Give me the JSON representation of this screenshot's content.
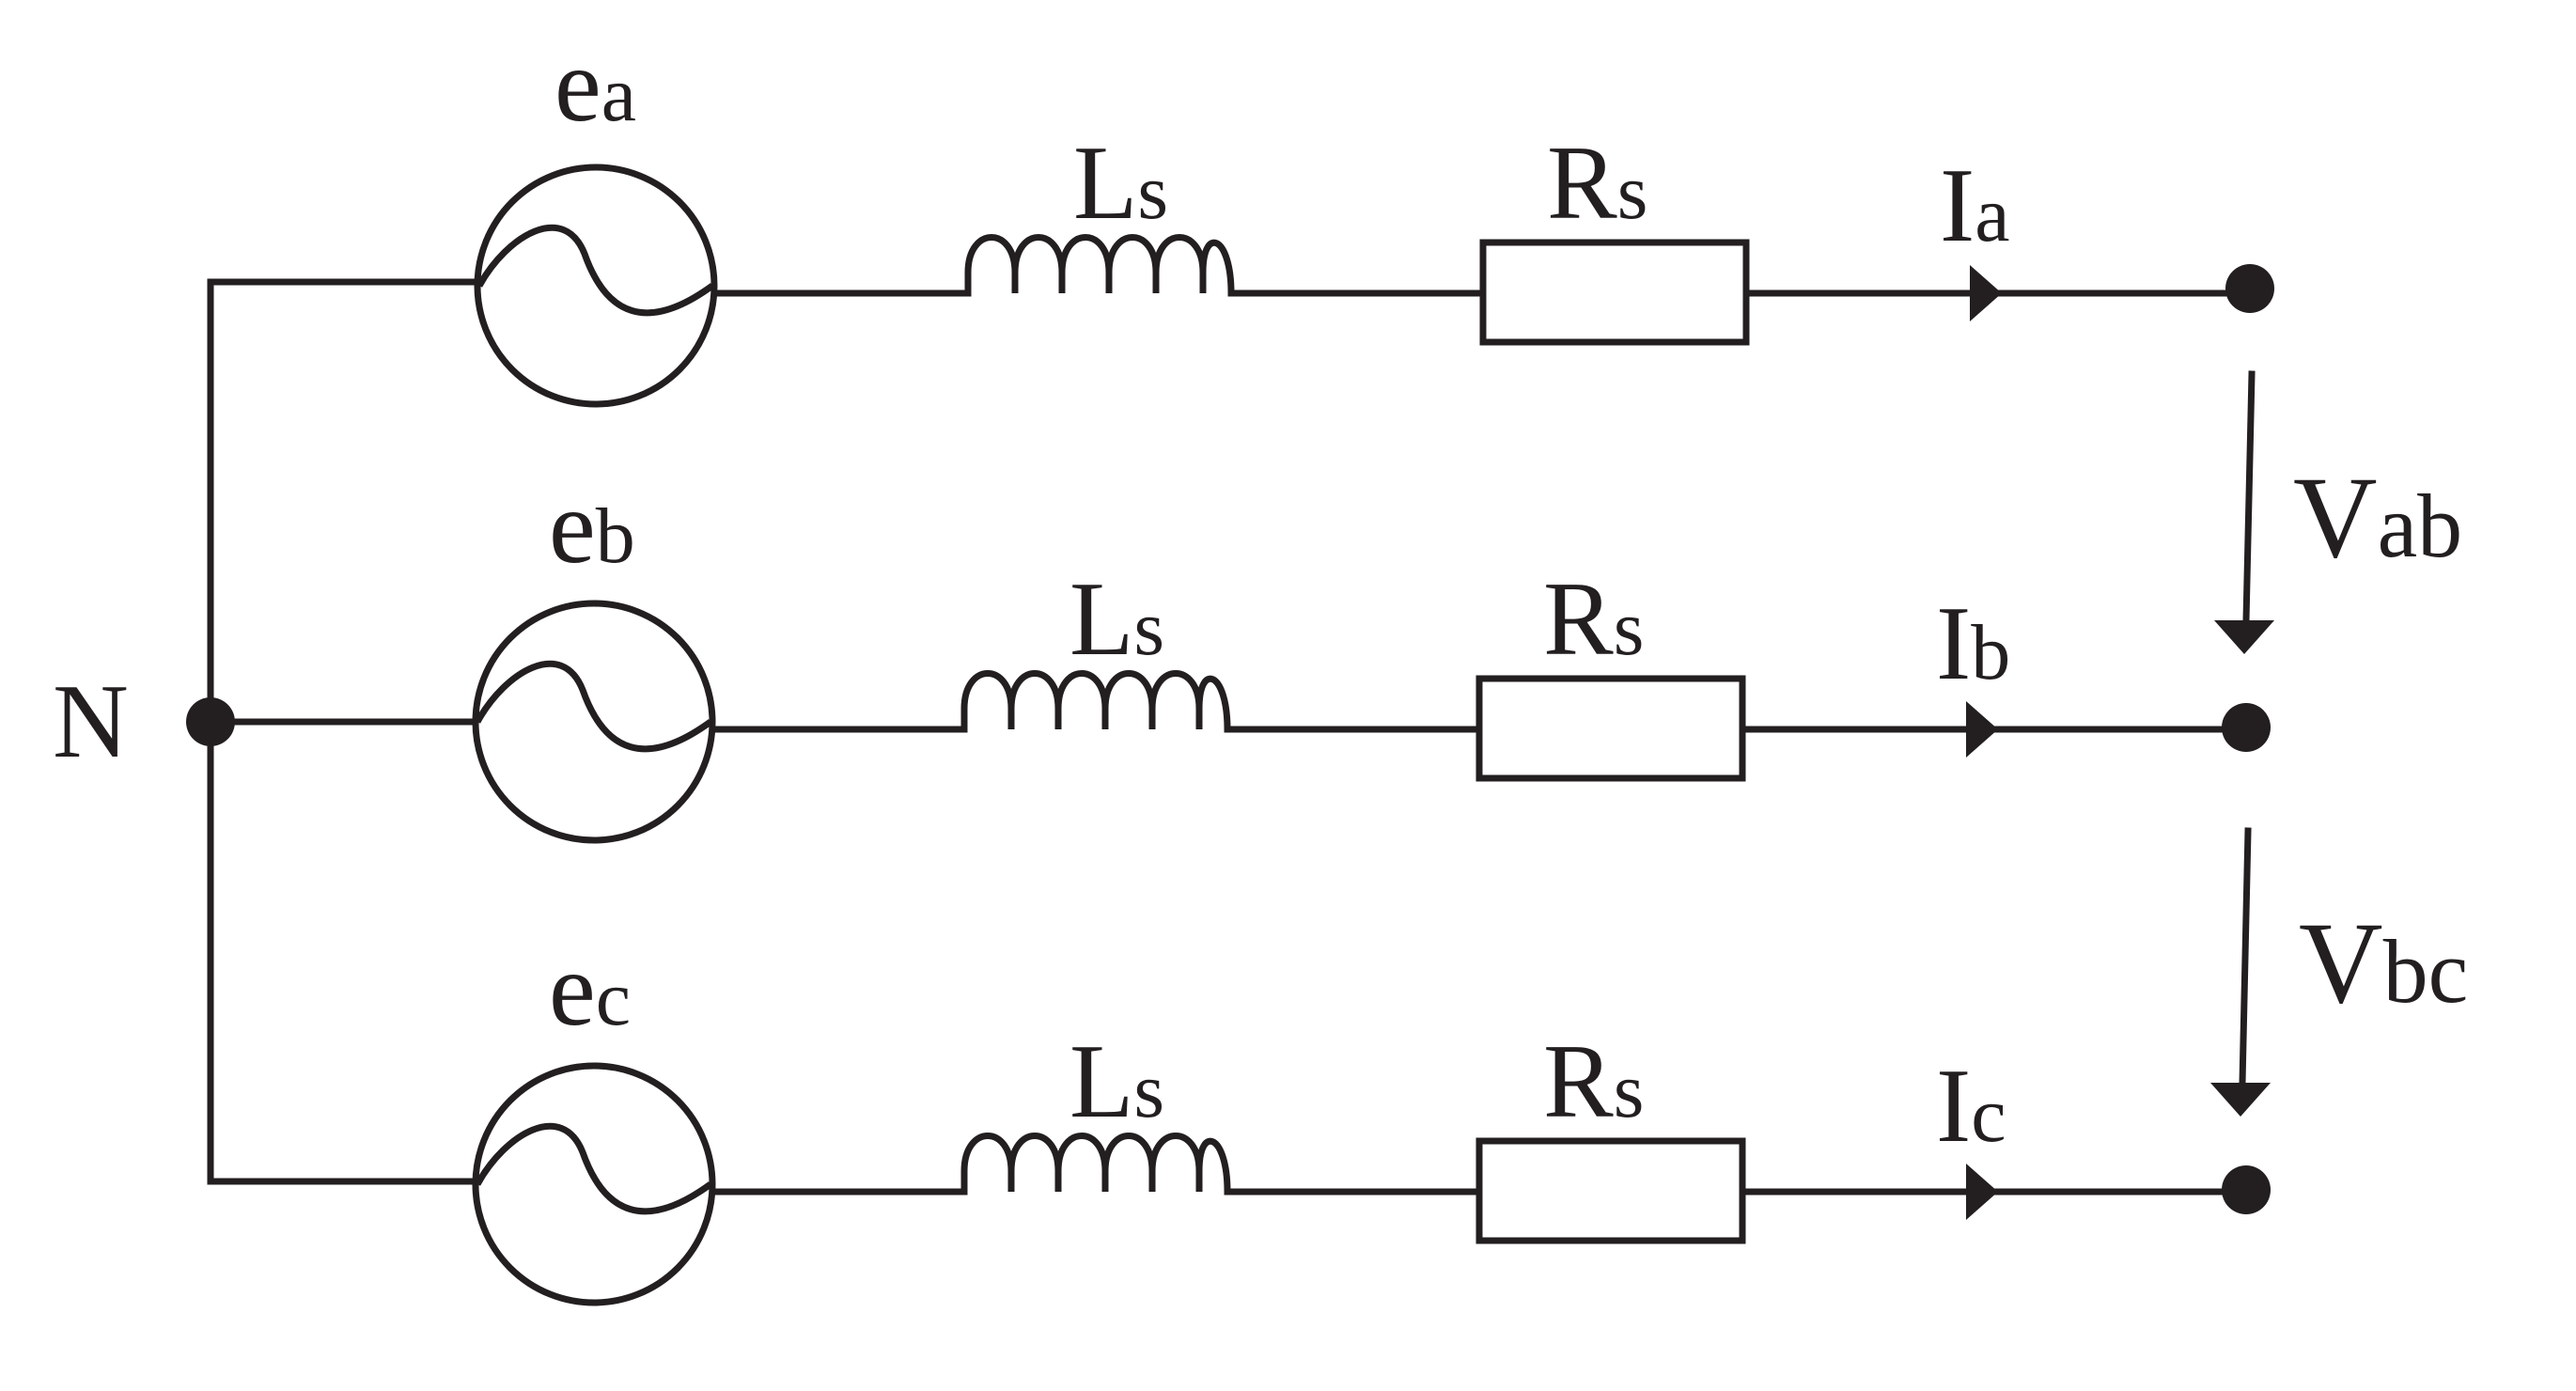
{
  "diagram": {
    "node_label": "N",
    "phases": [
      {
        "source_main": "e",
        "source_sub": "a",
        "inductor_main": "L",
        "inductor_sub": "s",
        "resistor_main": "R",
        "resistor_sub": "s",
        "current_main": "I",
        "current_sub": "a"
      },
      {
        "source_main": "e",
        "source_sub": "b",
        "inductor_main": "L",
        "inductor_sub": "s",
        "resistor_main": "R",
        "resistor_sub": "s",
        "current_main": "I",
        "current_sub": "b"
      },
      {
        "source_main": "e",
        "source_sub": "c",
        "inductor_main": "L",
        "inductor_sub": "s",
        "resistor_main": "R",
        "resistor_sub": "s",
        "current_main": "I",
        "current_sub": "c"
      }
    ],
    "voltages": [
      {
        "main": "V",
        "sub": "ab"
      },
      {
        "main": "V",
        "sub": "bc"
      }
    ],
    "colors": {
      "stroke": "#231f20",
      "background": "#ffffff"
    }
  }
}
